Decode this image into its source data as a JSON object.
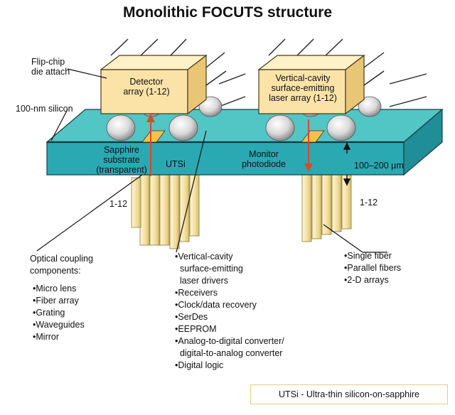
{
  "title": "Monolithic FOCUTS structure",
  "labels": {
    "flip_chip": [
      "Flip-chip",
      "die attach"
    ],
    "silicon": "100-nm silicon",
    "detector": [
      "Detector",
      "array (1-12)"
    ],
    "vcsel": [
      "Vertical-cavity",
      "surface-emitting",
      "laser array (1-12)"
    ],
    "sapphire": [
      "Sapphire",
      "substrate",
      "(transparent)"
    ],
    "utsi": "UTSi",
    "monitor": [
      "Monitor",
      "photodiode"
    ],
    "thickness": "100–200 µm",
    "count_left": "1-12",
    "count_right": "1-12"
  },
  "coupling": {
    "heading": [
      "Optical coupling",
      "components:"
    ],
    "items": [
      "Micro lens",
      "Fiber array",
      "Grating",
      "Waveguides",
      "Mirror"
    ]
  },
  "electronics": {
    "items": [
      "Vertical-cavity|surface-emitting|laser drivers",
      "Receivers",
      "Clock/data recovery",
      "SerDes",
      "EEPROM",
      "Analog-to-digital converter/|digital-to-analog converter",
      "Digital logic"
    ]
  },
  "fibers": {
    "items": [
      "Single fiber",
      "Parallel fibers",
      "2-D arrays"
    ]
  },
  "legend": "UTSi - Ultra-thin silicon-on-sapphire",
  "colors": {
    "substrate_top": "#52c5c5",
    "substrate_front": "#2aa9b3",
    "chip": "#fbe3a8",
    "fiber": "#f6e6b0",
    "arrow": "#e0452a"
  }
}
